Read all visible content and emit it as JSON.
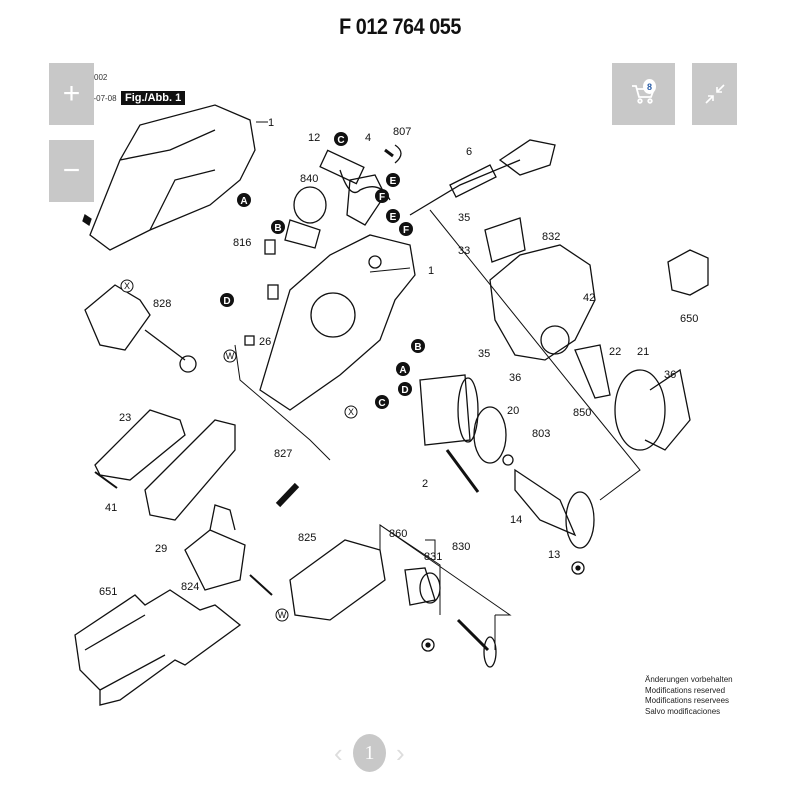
{
  "header": {
    "title": "F 012 764 055"
  },
  "sheet": {
    "doc_number_fragment": "002",
    "date_fragment": "1-07-08",
    "figure_label": "Fig./Abb. 1"
  },
  "controls": {
    "zoom_in_icon": "+",
    "zoom_out_icon": "−",
    "cart_count": "8",
    "cart_icon": "shopping-cart",
    "collapse_icon": "collapse-arrows"
  },
  "parts": [
    {
      "id": "1a",
      "label": "1"
    },
    {
      "id": "1b",
      "label": "1"
    },
    {
      "id": "12",
      "label": "12"
    },
    {
      "id": "4",
      "label": "4"
    },
    {
      "id": "807",
      "label": "807"
    },
    {
      "id": "840",
      "label": "840"
    },
    {
      "id": "6",
      "label": "6"
    },
    {
      "id": "816",
      "label": "816"
    },
    {
      "id": "35a",
      "label": "35"
    },
    {
      "id": "33",
      "label": "33"
    },
    {
      "id": "832",
      "label": "832"
    },
    {
      "id": "650",
      "label": "650"
    },
    {
      "id": "42",
      "label": "42"
    },
    {
      "id": "35b",
      "label": "35"
    },
    {
      "id": "36a",
      "label": "36"
    },
    {
      "id": "22",
      "label": "22"
    },
    {
      "id": "21",
      "label": "21"
    },
    {
      "id": "36b",
      "label": "36"
    },
    {
      "id": "828",
      "label": "828"
    },
    {
      "id": "26",
      "label": "26"
    },
    {
      "id": "850",
      "label": "850"
    },
    {
      "id": "20",
      "label": "20"
    },
    {
      "id": "803",
      "label": "803"
    },
    {
      "id": "2",
      "label": "2"
    },
    {
      "id": "14",
      "label": "14"
    },
    {
      "id": "13",
      "label": "13"
    },
    {
      "id": "23",
      "label": "23"
    },
    {
      "id": "827",
      "label": "827"
    },
    {
      "id": "41",
      "label": "41"
    },
    {
      "id": "29",
      "label": "29"
    },
    {
      "id": "825",
      "label": "825"
    },
    {
      "id": "824",
      "label": "824"
    },
    {
      "id": "860",
      "label": "860"
    },
    {
      "id": "831",
      "label": "831"
    },
    {
      "id": "830",
      "label": "830"
    },
    {
      "id": "651",
      "label": "651"
    }
  ],
  "connectors": {
    "A": "A",
    "B": "B",
    "C": "C",
    "D": "D",
    "E": "E",
    "F": "F",
    "W": "W",
    "X": "X"
  },
  "notes": [
    "Änderungen vorbehalten",
    "Modifications reserved",
    "Modifications reservees",
    "Salvo modificaciones"
  ],
  "pagination": {
    "current_page": "1",
    "prev_icon": "‹",
    "next_icon": "›"
  }
}
